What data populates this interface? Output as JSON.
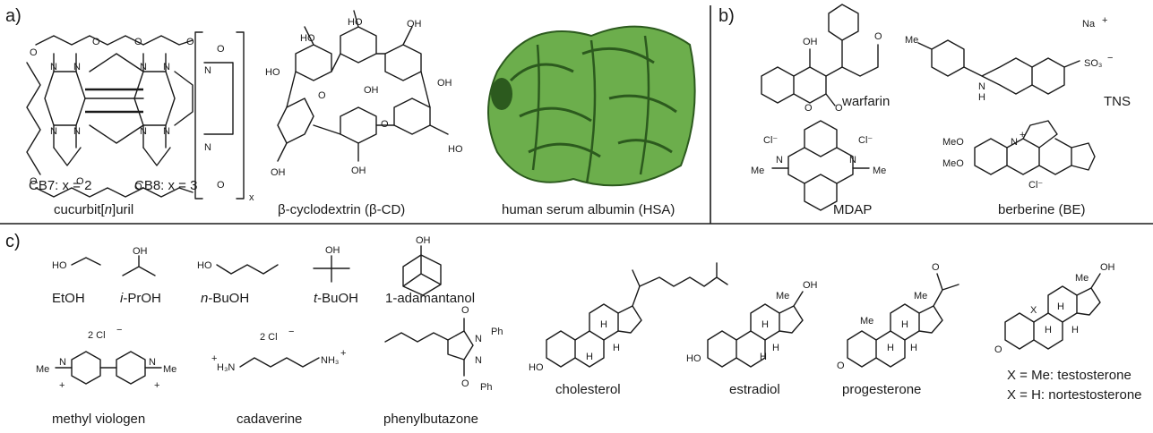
{
  "panels": {
    "a": {
      "letter": "a)",
      "cb_formula_cb7": "CB7: x = 2",
      "cb_formula_cb8": "CB8: x = 3",
      "cb_subscript": "x",
      "cb_caption_pre": "cucurbit[",
      "cb_caption_n": "n",
      "cb_caption_post": "]uril",
      "cd_caption": "β-cyclodextrin (β-CD)",
      "hsa_caption": "human serum albumin (HSA)"
    },
    "b": {
      "letter": "b)",
      "warfarin": "warfarin",
      "tns": "TNS",
      "mdap": "MDAP",
      "berberine": "berberine (BE)"
    },
    "c": {
      "letter": "c)",
      "etoh": "EtOH",
      "iproh_i": "i",
      "iproh_rest": "-PrOH",
      "nbuoh_n": "n",
      "nbuoh_rest": "-BuOH",
      "tbuoh_t": "t",
      "tbuoh_rest": "-BuOH",
      "adamantanol": "1-adamantanol",
      "methyl_viologen": "methyl viologen",
      "cadaverine": "cadaverine",
      "phenylbutazone": "phenylbutazone",
      "cholesterol": "cholesterol",
      "estradiol": "estradiol",
      "progesterone": "progesterone",
      "testo_line1": "X = Me: testosterone",
      "testo_line2": "X = H: nortestosterone"
    }
  },
  "atoms": {
    "OH": "OH",
    "O": "O",
    "N": "N",
    "H": "H",
    "HO": "HO",
    "Me": "Me",
    "MeO": "MeO",
    "Cl": "Cl",
    "Cl_minus": "Cl⁻",
    "two_cl": "2 Cl",
    "minus": "−",
    "plus": "+",
    "Na": "Na",
    "SO3": "SO₃",
    "Ph": "Ph",
    "X": "X",
    "H3N": "H₃N",
    "NH3": "NH₃"
  },
  "colors": {
    "ink": "#1a1a1a",
    "protein_fill": "#6cae4c",
    "protein_dark": "#2c5a1e"
  }
}
